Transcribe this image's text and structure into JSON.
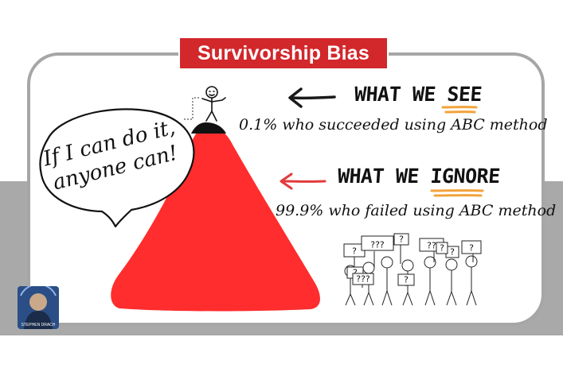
{
  "title": "Survivorship Bias",
  "see": {
    "heading_prefix": "WHAT WE ",
    "heading_emphasis": "SEE",
    "note": "0.1% who succeeded using ABC method"
  },
  "ignore": {
    "heading_prefix": "WHAT WE ",
    "heading_emphasis": "IGNORE",
    "note": "99.9% who failed using ABC method"
  },
  "speech_bubble": {
    "line1": "If I can do it,",
    "line2": "anyone can!"
  },
  "crowd_signs": [
    "?",
    "???",
    "?",
    "??",
    "?",
    "?",
    "???",
    "?",
    "?",
    "?"
  ],
  "logo_text": "STEPHEN DRACH",
  "colors": {
    "title_background": "#d2272b",
    "pyramid": "#ff2d2d",
    "see_arrow": "#1a1a1a",
    "ignore_arrow": "#e23b3b",
    "underline": "#f2a33a",
    "grey_band": "#a9a9a9",
    "card_border": "#a6a6a6"
  },
  "icons": [
    "left-arrow-icon",
    "stick-figure-icon",
    "crowd-icon",
    "author-logo"
  ]
}
